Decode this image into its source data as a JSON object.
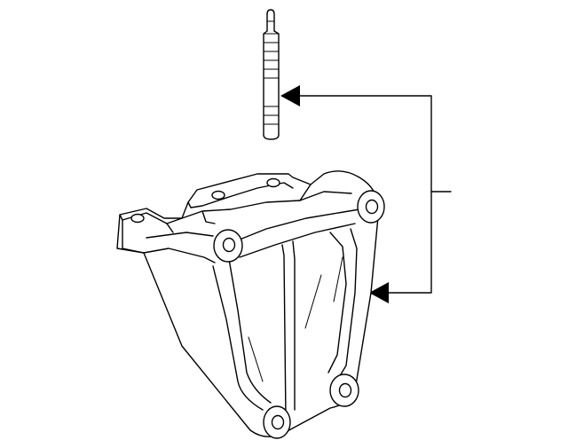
{
  "diagram": {
    "background": "#ffffff",
    "stroke_color": "#000000",
    "parts": [
      {
        "id": "stud",
        "icon": "stud-bolt-icon"
      },
      {
        "id": "bracket",
        "icon": "mounting-bracket-icon"
      }
    ],
    "callout": {
      "arrows": 2,
      "icon": "arrow-icon"
    }
  }
}
